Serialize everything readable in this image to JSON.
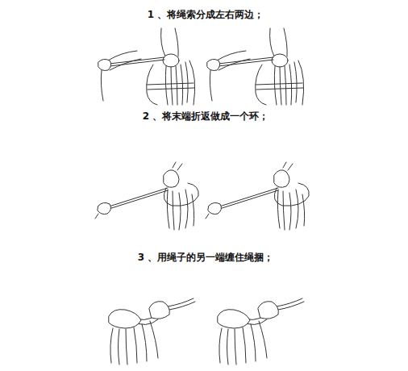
{
  "diagram": {
    "labels": [
      "1 、将绳索分成左右两边；",
      "2 、将末端折返做成一个环；",
      "3 、用绳子的另一端缠住绳捆；"
    ]
  }
}
